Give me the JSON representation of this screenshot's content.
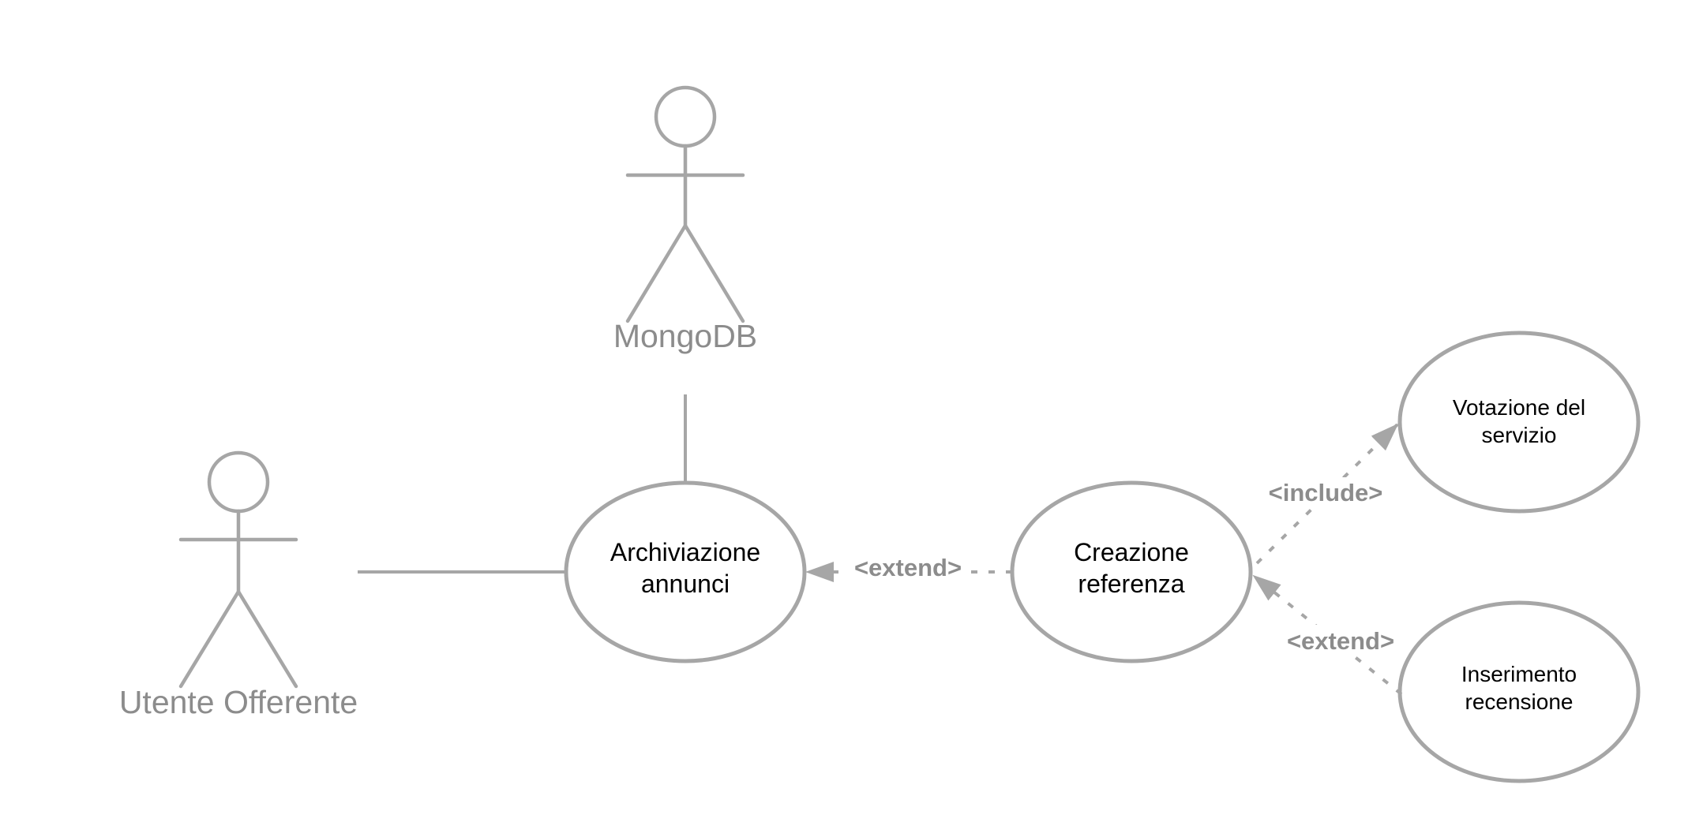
{
  "colors": {
    "stroke": "#a6a6a6",
    "actor_text": "#8c8c8c",
    "usecase_text": "#000000",
    "background": "#ffffff"
  },
  "actors": {
    "mongodb": {
      "name": "MongoDB"
    },
    "utente_offerente": {
      "name": "Utente Offerente"
    }
  },
  "use_cases": {
    "archiviazione": {
      "line1": "Archiviazione",
      "line2": "annunci"
    },
    "creazione": {
      "line1": "Creazione",
      "line2": "referenza"
    },
    "votazione": {
      "line1": "Votazione del",
      "line2": "servizio"
    },
    "inserimento": {
      "line1": "Inserimento",
      "line2": "recensione"
    }
  },
  "relationships": {
    "creazione_extends_archiviazione": {
      "label": "<extend>",
      "style": "dashed"
    },
    "creazione_includes_votazione": {
      "label": "<include>",
      "style": "dashed"
    },
    "inserimento_extends_creazione": {
      "label": "<extend>",
      "style": "dashed"
    },
    "mongodb_association": {
      "style": "solid"
    },
    "utente_association": {
      "style": "solid"
    }
  }
}
